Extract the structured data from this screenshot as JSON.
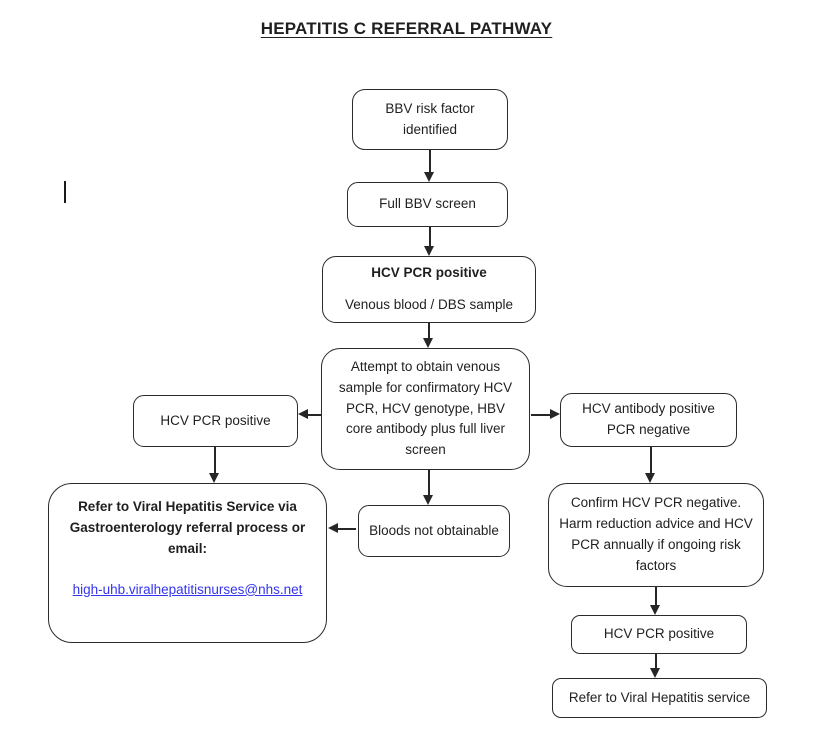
{
  "title": "HEPATITIS C REFERRAL PATHWAY",
  "nodes": {
    "bbv_risk": "BBV risk factor identified",
    "full_bbv_screen": "Full BBV screen",
    "hcv_pcr_sample": {
      "heading": "HCV PCR positive",
      "subtext": "Venous blood / DBS sample"
    },
    "attempt_venous": "Attempt to obtain venous sample for confirmatory HCV PCR, HCV genotype, HBV core antibody plus full liver screen",
    "left_hcv_pcr_positive": "HCV PCR positive",
    "referral": {
      "heading": "Refer to Viral Hepatitis Service via Gastroenterology referral process or email:",
      "email": "high-uhb.viralhepatitisnurses@nhs.net"
    },
    "bloods_not_obtainable": "Bloods not obtainable",
    "hcv_antibody_positive": "HCV antibody positive PCR negative",
    "confirm_negative": "Confirm HCV PCR negative. Harm reduction advice and HCV PCR annually if ongoing risk factors",
    "right_hcv_pcr_positive": "HCV PCR positive",
    "refer_viral_hepatitis": "Refer to Viral Hepatitis service"
  },
  "colors": {
    "text": "#1f1f1f",
    "box_border": "#2b2b2b",
    "arrow": "#262626",
    "link": "#3434ee",
    "background": "#ffffff"
  }
}
